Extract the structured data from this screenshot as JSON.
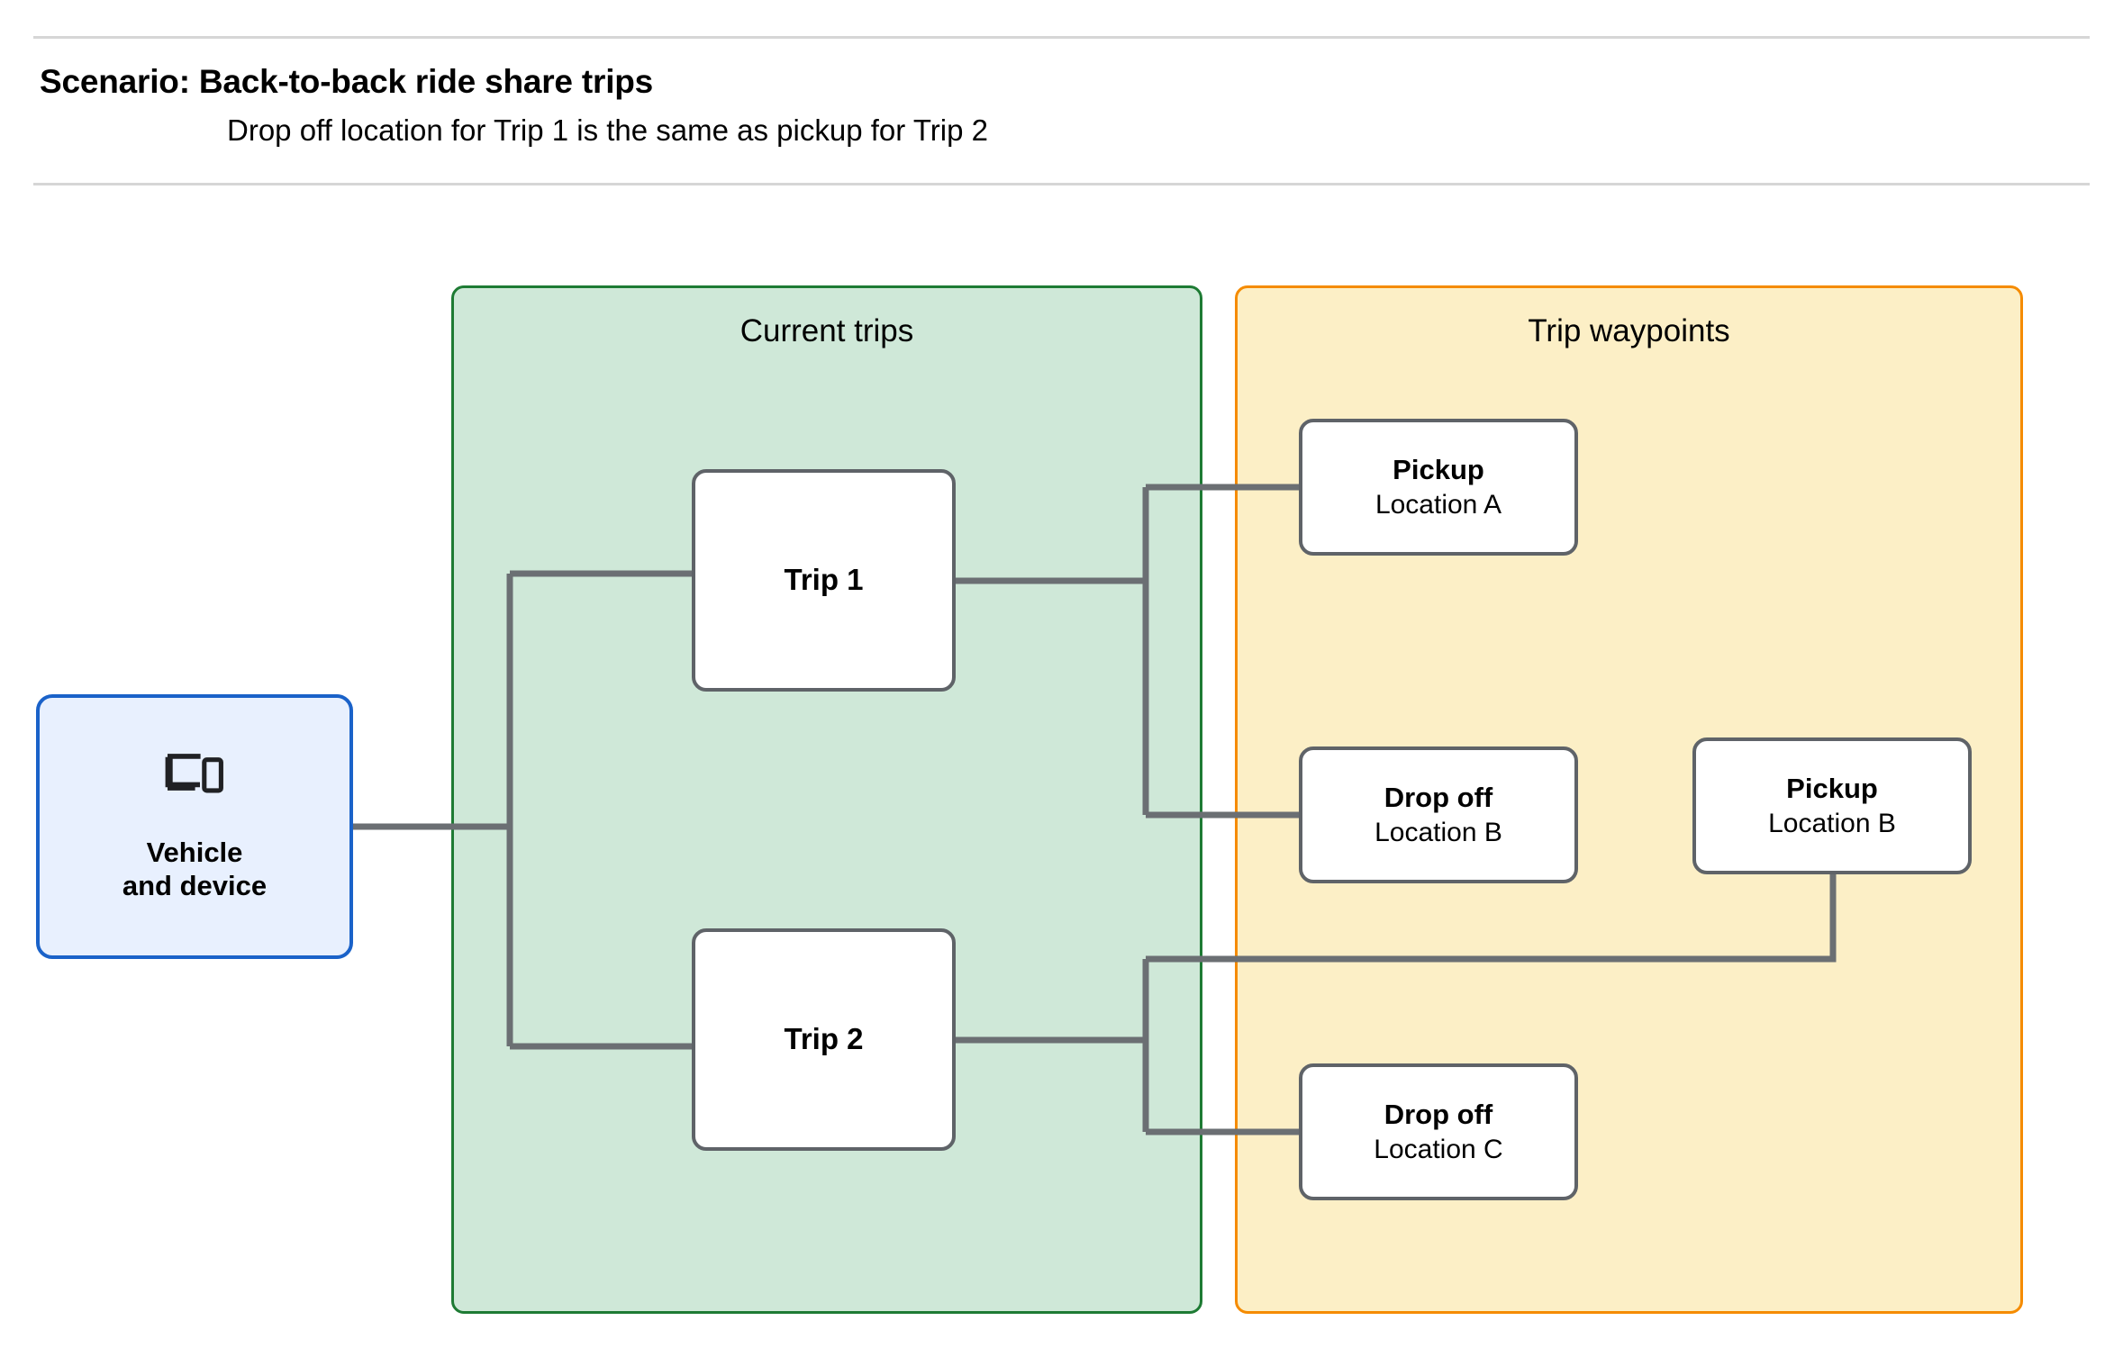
{
  "header": {
    "title": "Scenario: Back-to-back ride share trips",
    "subtitle": "Drop off  location for Trip 1 is the same as pickup for Trip 2"
  },
  "groups": {
    "current_trips": {
      "title": "Current trips"
    },
    "trip_waypoints": {
      "title": "Trip waypoints"
    }
  },
  "nodes": {
    "vehicle": {
      "label": "Vehicle\nand device",
      "icon": "devices-icon"
    },
    "trip_1": {
      "label": "Trip 1"
    },
    "trip_2": {
      "label": "Trip 2"
    },
    "pickup_a": {
      "title": "Pickup",
      "sub": "Location A"
    },
    "dropoff_b": {
      "title": "Drop off",
      "sub": "Location B"
    },
    "pickup_b": {
      "title": "Pickup",
      "sub": "Location B"
    },
    "dropoff_c": {
      "title": "Drop off",
      "sub": "Location C"
    }
  },
  "colors": {
    "current_trips_fill": "#cfe8d8",
    "current_trips_border": "#1e7b34",
    "trip_waypoints_fill": "#fcefc6",
    "trip_waypoints_border": "#f58b00",
    "vehicle_fill": "#e8f0fe",
    "vehicle_border": "#1a62c9",
    "node_border": "#5f6368",
    "connector": "#6b6f73",
    "divider": "#d6d6d6"
  }
}
